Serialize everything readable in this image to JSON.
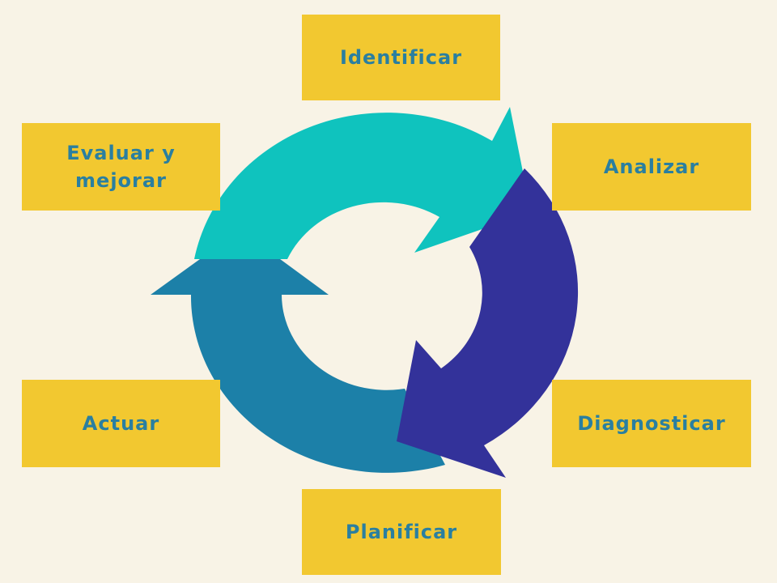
{
  "colors": {
    "background": "#f8f3e6",
    "box_fill": "#f2c830",
    "box_text": "#2a7fa0",
    "arrow_top": "#0fc3be",
    "arrow_right": "#33329a",
    "arrow_left": "#1c80a8"
  },
  "cycle": {
    "steps": [
      {
        "label": "Identificar"
      },
      {
        "label": "Analizar"
      },
      {
        "label": "Diagnosticar"
      },
      {
        "label": "Planificar"
      },
      {
        "label": "Actuar"
      },
      {
        "label": "Evaluar y\nmejorar"
      }
    ]
  }
}
